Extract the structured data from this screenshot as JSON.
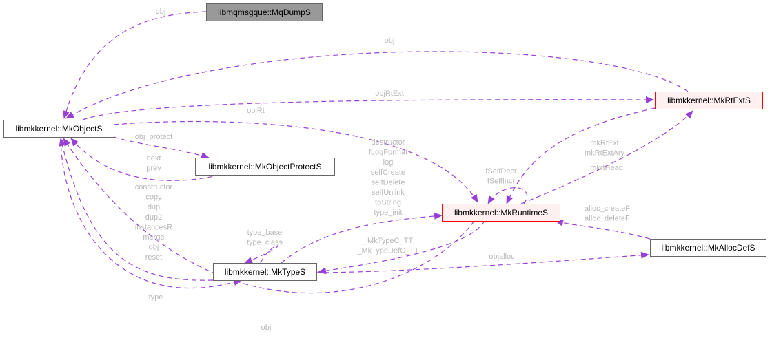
{
  "diagram": {
    "type": "collaboration-graph",
    "colors": {
      "edge": "#9a3fd6",
      "label": "#b8b8b8",
      "node_default_border": "#666666",
      "node_default_fill": "#ffffff",
      "node_focus_border": "#ff0000",
      "node_focus_fill": "#fff0f0",
      "node_gray_fill": "#999999",
      "node_gray_border": "#666666"
    },
    "nodes": [
      {
        "id": "MqDumpS",
        "label": "libmqmsgque::MqDumpS",
        "style": "gray"
      },
      {
        "id": "MkObjectS",
        "label": "libmkkernel::MkObjectS",
        "style": "default"
      },
      {
        "id": "MkRtExtS",
        "label": "libmkkernel::MkRtExtS",
        "style": "focus"
      },
      {
        "id": "MkObjectProtectS",
        "label": "libmkkernel::MkObjectProtectS",
        "style": "default"
      },
      {
        "id": "MkRuntimeS",
        "label": "libmkkernel::MkRuntimeS",
        "style": "focus"
      },
      {
        "id": "MkTypeS",
        "label": "libmkkernel::MkTypeS",
        "style": "default"
      },
      {
        "id": "MkAllocDefS",
        "label": "libmkkernel::MkAllocDefS",
        "style": "default"
      }
    ],
    "edges": [
      {
        "from": "MqDumpS",
        "to": "MkObjectS",
        "labels": [
          "obj"
        ]
      },
      {
        "from": "MkRtExtS",
        "to": "MkObjectS",
        "labels": [
          "obj"
        ]
      },
      {
        "from": "MkObjectS",
        "to": "MkRtExtS",
        "labels": [
          "objRtExt"
        ]
      },
      {
        "from": "MkObjectS",
        "to": "MkRuntimeS",
        "labels": [
          "objRt"
        ]
      },
      {
        "from": "MkObjectS",
        "to": "MkObjectProtectS",
        "labels": [
          "obj_protect"
        ]
      },
      {
        "from": "MkObjectProtectS",
        "to": "MkObjectS",
        "labels": [
          "next",
          "prev"
        ]
      },
      {
        "from": "MkTypeS",
        "to": "MkObjectS",
        "labels": [
          "constructor",
          "copy",
          "dup",
          "dup2",
          "instancesR",
          "merge",
          "obj",
          "reset"
        ]
      },
      {
        "from": "MkObjectS",
        "to": "MkTypeS",
        "labels": [
          "type"
        ]
      },
      {
        "from": "MkRuntimeS",
        "to": "MkObjectS",
        "labels": [
          "obj"
        ]
      },
      {
        "from": "MkTypeS",
        "to": "MkRuntimeS",
        "labels": [
          "destructor",
          "fLogFormat",
          "log",
          "selfCreate",
          "selfDelete",
          "selfUnlink",
          "toString",
          "type_init"
        ]
      },
      {
        "from": "MkTypeS",
        "to": "MkTypeS",
        "labels": [
          "type_base",
          "type_class"
        ]
      },
      {
        "from": "MkRuntimeS",
        "to": "MkRuntimeS",
        "labels": [
          "fSelfDecr",
          "fSelfIncr"
        ]
      },
      {
        "from": "MkRtExtS",
        "to": "MkRuntimeS",
        "labels": [
          "mkrtHead"
        ]
      },
      {
        "from": "MkRuntimeS",
        "to": "MkRtExtS",
        "labels": [
          "mkRtExt",
          "mkRtExtAry"
        ]
      },
      {
        "from": "MkRuntimeS",
        "to": "MkTypeS",
        "labels": [
          "_MkTypeC_TT",
          "_MkTypeDefC_TT"
        ]
      },
      {
        "from": "MkAllocDefS",
        "to": "MkRuntimeS",
        "labels": [
          "alloc_createF",
          "alloc_deleteF"
        ]
      },
      {
        "from": "MkTypeS",
        "to": "MkAllocDefS",
        "labels": [
          "objalloc"
        ]
      }
    ]
  }
}
